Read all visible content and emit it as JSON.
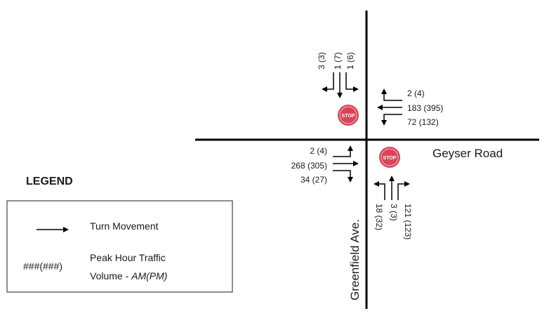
{
  "roads": {
    "east_west": "Geyser Road",
    "north_south": "Greenfield Ave."
  },
  "stop_sign_text": "STOP",
  "volumes": {
    "southbound": [
      "3 (3)",
      "1 (7)",
      "1 (6)"
    ],
    "westbound": [
      "2 (4)",
      "183 (395)",
      "72 (132)"
    ],
    "eastbound": [
      "2 (4)",
      "268 (305)",
      "34 (27)"
    ],
    "northbound": [
      "18 (32)",
      "3 (3)",
      "121 (123)"
    ]
  },
  "legend": {
    "title": "LEGEND",
    "turn_movement": "Turn Movement",
    "volume_symbol": "###(###)",
    "volume_line1": "Peak Hour Traffic",
    "volume_line2": "Volume - ",
    "volume_line2_italic": "AM(PM)"
  },
  "colors": {
    "stop_sign": "#d9435a",
    "road": "#000000"
  }
}
